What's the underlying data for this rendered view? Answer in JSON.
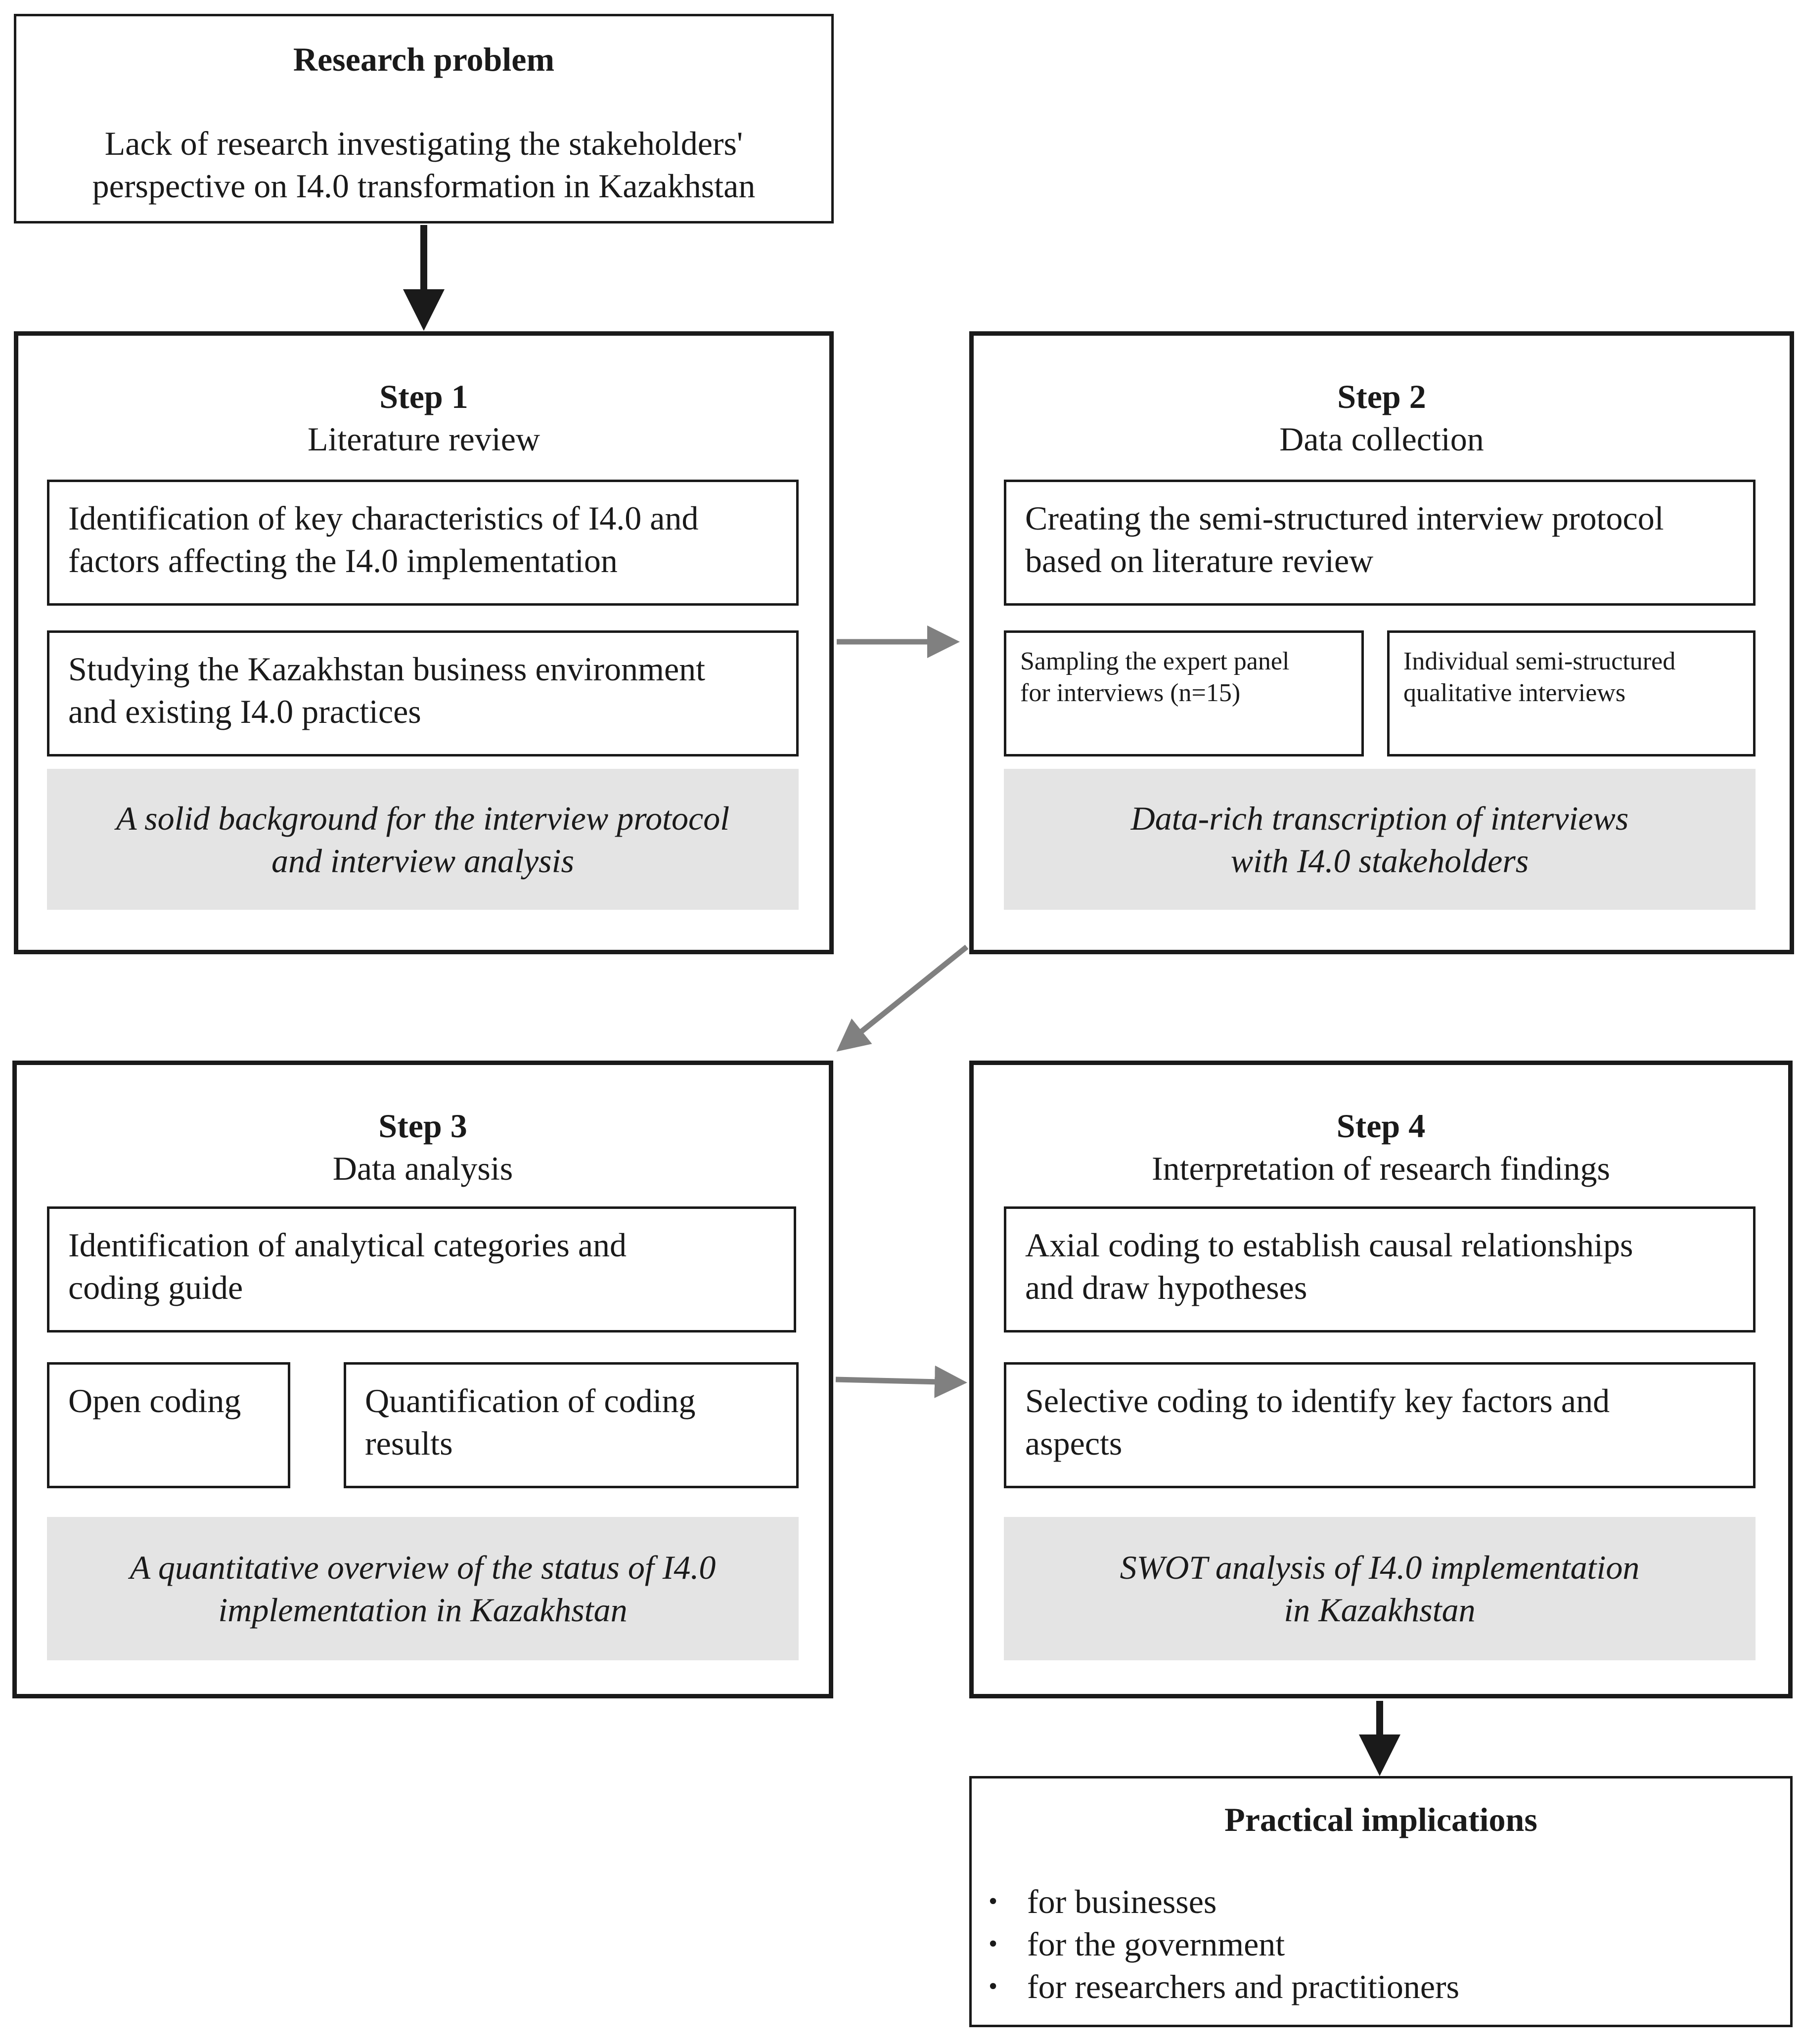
{
  "research_problem": {
    "title": "Research problem",
    "lines": [
      "Lack of research investigating the stakeholders'",
      "perspective on I4.0 transformation in Kazakhstan"
    ]
  },
  "step1": {
    "label": "Step 1",
    "name": "Literature review",
    "box_a": [
      "Identification of key characteristics of I4.0 and",
      "factors affecting the I4.0 implementation"
    ],
    "box_b": [
      "Studying the Kazakhstan business environment",
      "and existing I4.0 practices"
    ],
    "result": [
      "A solid background for the interview protocol",
      "and interview analysis"
    ]
  },
  "step2": {
    "label": "Step 2",
    "name": "Data collection",
    "box_a": [
      "Creating the semi-structured interview protocol",
      "based on literature review"
    ],
    "box_b": [
      "Sampling the expert panel",
      "for interviews (n=15)"
    ],
    "box_c": [
      "Individual semi-structured",
      "qualitative interviews"
    ],
    "result": [
      "Data-rich transcription of interviews",
      "with I4.0 stakeholders"
    ]
  },
  "step3": {
    "label": "Step 3",
    "name": "Data analysis",
    "box_a": [
      "Identification of analytical categories and",
      "coding guide"
    ],
    "box_b": [
      "Open coding"
    ],
    "box_c": [
      "Quantification of coding",
      "results"
    ],
    "result": [
      "A quantitative overview of  the status of I4.0",
      "implementation in Kazakhstan"
    ]
  },
  "step4": {
    "label": "Step 4",
    "name": "Interpretation of research findings",
    "box_a": [
      "Axial coding to establish causal relationships",
      "and draw hypotheses"
    ],
    "box_b": [
      "Selective coding to identify key factors and",
      "aspects"
    ],
    "result": [
      "SWOT analysis of I4.0 implementation",
      "in Kazakhstan"
    ]
  },
  "practical_implications": {
    "title": "Practical implications",
    "items": [
      "for businesses",
      "for the government",
      "for researchers and practitioners"
    ]
  },
  "colors": {
    "line": "#1a1a1a",
    "arrow_gray": "#808080",
    "result_fill": "#e4e4e4"
  }
}
